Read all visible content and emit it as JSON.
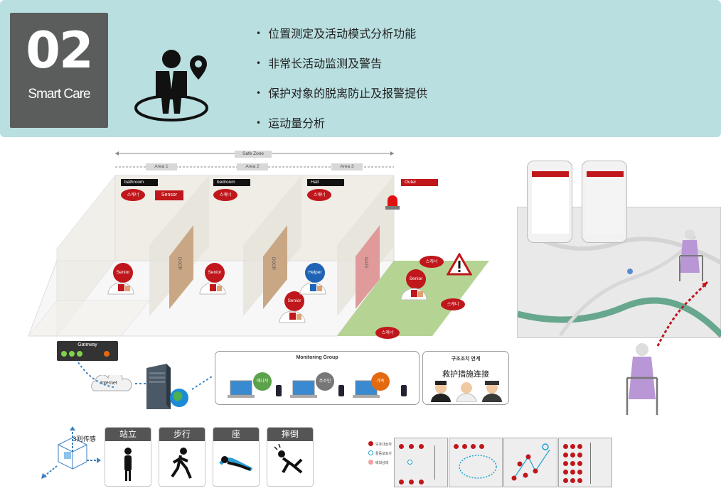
{
  "header": {
    "number": "02",
    "subtitle": "Smart Care",
    "features": [
      "位置测定及活动模式分析功能",
      "非常长活动监测及警告",
      "保护对象的脱离防止及报警提供",
      "运动量分析"
    ]
  },
  "diagram": {
    "safe_zone_label": "Safe Zone",
    "areas": [
      "Area 1",
      "Area 2",
      "Area 3"
    ],
    "rooms": [
      "bathroom",
      "bedroom",
      "Hall",
      "Outer"
    ],
    "sensor_label": "Sensor",
    "scanner_label": "스캐너",
    "scanner_label_alt": "스캐너",
    "door_label": "DOOR",
    "gate_label": "GATE",
    "senior_label": "Senior",
    "helper_label": "Helper",
    "gateway_label": "Gateway",
    "internet_label": "Internet",
    "monitoring_group": {
      "title": "Monitoring Group",
      "members": [
        "매니저",
        "주소인",
        "가족"
      ]
    },
    "rescue": {
      "title": "구조조치 연계",
      "caption": "救护措施连接"
    }
  },
  "sensing": {
    "label": "3则传感",
    "activities": [
      "站立",
      "步行",
      "座",
      "摔倒"
    ]
  },
  "legend": [
    "보호대상자",
    "활동보호사",
    "배회상태"
  ],
  "colors": {
    "banner": "#b9dfe0",
    "accent_red": "#c0171c",
    "helper_blue": "#1f63b5",
    "green_zone": "#a8cc80"
  }
}
